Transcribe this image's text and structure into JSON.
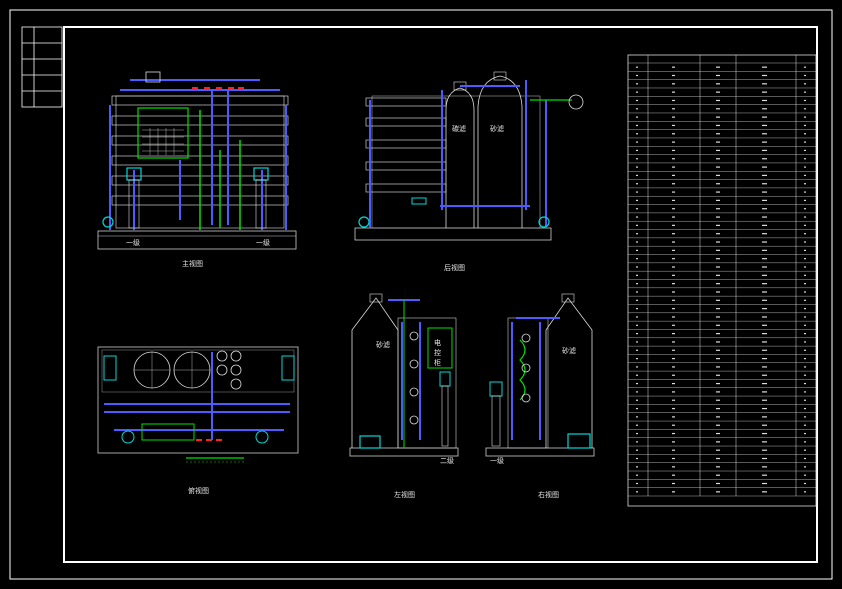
{
  "drawing": {
    "views": {
      "front": "主视图",
      "rear": "后视图",
      "top": "俯视图",
      "left": "左视图",
      "right": "右视图"
    },
    "stage_labels": {
      "stage1": "一级",
      "stage2": "二级"
    },
    "vessel_labels": {
      "carbon_filter": "碳滤",
      "sand_filter": "砂滤"
    },
    "control_cabinet": "电控柜",
    "table_rows": 52
  },
  "colors": {
    "background": "#000000",
    "frame": "#ffffff",
    "pipe_blue": "#4a5cff",
    "pipe_green": "#00e000",
    "accent_red": "#ff2020",
    "pipe_cyan": "#00d8d8",
    "magenta": "#d040d0"
  }
}
